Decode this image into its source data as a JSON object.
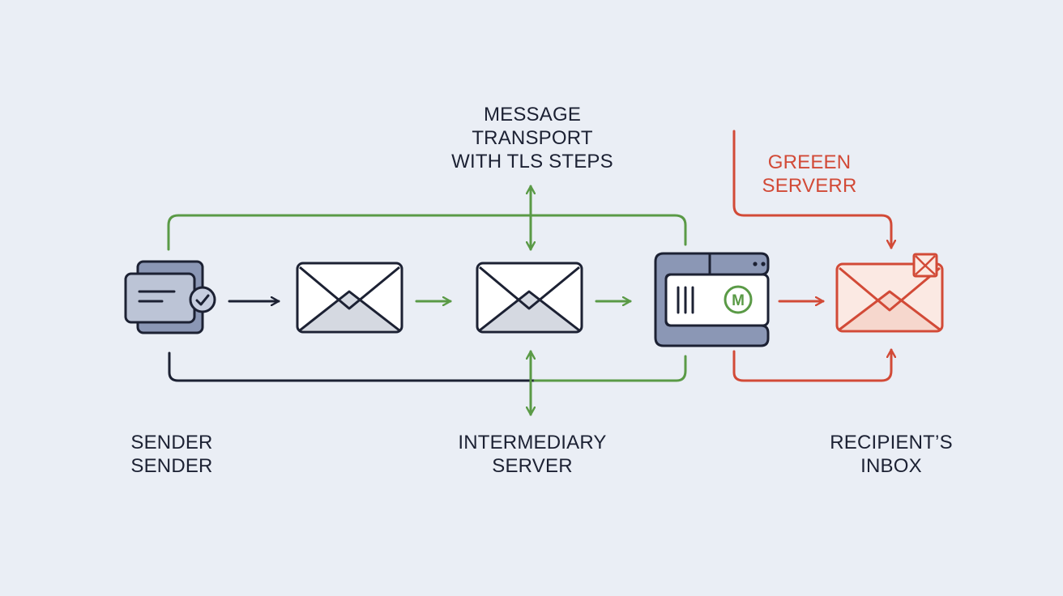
{
  "title": {
    "line1": "MESSAGE",
    "line2": "TRANSPORT",
    "line3": "WITH TLS STEPS"
  },
  "server_callout": {
    "line1": "GREEEN",
    "line2": "SERVERR"
  },
  "sender_label": {
    "line1": "SENDER",
    "line2": "SENDER"
  },
  "intermediary_label": {
    "line1": "INTERMEDIARY",
    "line2": "SERVER"
  },
  "recipient_label": {
    "line1": "RECIPIENT’S",
    "line2": "INBOX"
  },
  "server_badge_letter": "M",
  "colors": {
    "background": "#eaeef5",
    "dark": "#1c2133",
    "green": "#5a9a46",
    "red": "#d24a37",
    "device_fill": "#8b97b5",
    "envelope_fill": "#d5d9e1",
    "inbox_fill": "#f6d7cd"
  },
  "icons": [
    "sender-device-icon",
    "envelope-icon",
    "mail-server-icon",
    "inbox-envelope-icon",
    "checkmark-icon"
  ]
}
